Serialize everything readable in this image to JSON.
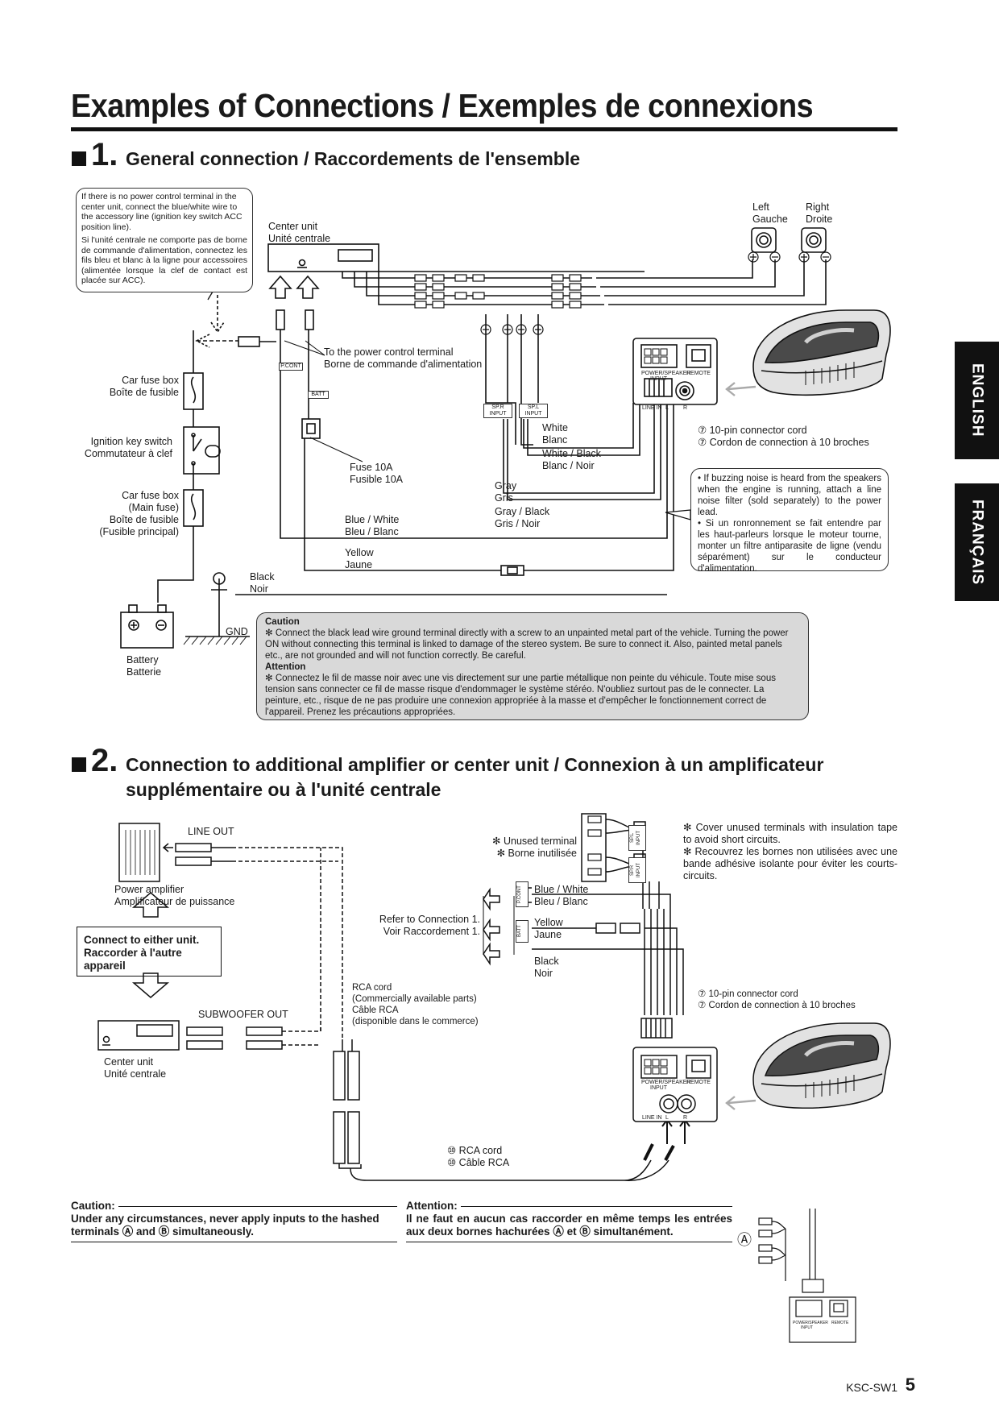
{
  "page": {
    "title": "Examples of Connections / Exemples de connexions",
    "model": "KSC-SW1",
    "page_number": "5",
    "lang_tabs": [
      "ENGLISH",
      "FRANÇAIS"
    ]
  },
  "section1": {
    "number": "1.",
    "title": "General connection / Raccordements de l'ensemble",
    "note_en": "If there is no power control terminal in the center unit, connect the blue/white wire to the accessory line (ignition key switch ACC position line).",
    "note_fr": "Si l'unité centrale ne comporte pas de borne de commande d'alimentation, connectez les fils bleu et blanc à la ligne pour accessoires (alimentée lorsque la clef de contact est placée sur ACC).",
    "center_unit": [
      "Center unit",
      "Unité centrale"
    ],
    "left_speaker": [
      "Left",
      "Gauche"
    ],
    "right_speaker": [
      "Right",
      "Droite"
    ],
    "car_fuse_box": [
      "Car fuse box",
      "Boîte de fusible"
    ],
    "ignition": [
      "Ignition key switch",
      "Commutateur à clef"
    ],
    "main_fuse": [
      "Car fuse box",
      "(Main fuse)",
      "Boîte de fusible",
      "(Fusible principal)"
    ],
    "battery": [
      "Battery",
      "Batterie"
    ],
    "gnd": "GND",
    "black": [
      "Black",
      "Noir"
    ],
    "power_control": [
      "To the power control terminal",
      "Borne de commande d'alimentation"
    ],
    "pcont": "P.CONT",
    "batt": "BATT",
    "fuse": [
      "Fuse 10A",
      "Fusible 10A"
    ],
    "blue_white": [
      "Blue / White",
      "Bleu / Blanc"
    ],
    "yellow": [
      "Yellow",
      "Jaune"
    ],
    "gray": [
      "Gray",
      "Gris"
    ],
    "gray_black": [
      "Gray / Black",
      "Gris / Noir"
    ],
    "white": [
      "White",
      "Blanc"
    ],
    "white_black": [
      "White / Black",
      "Blanc / Noir"
    ],
    "spr_input": [
      "SP.R",
      "INPUT"
    ],
    "spl_input": [
      "SP.L",
      "INPUT"
    ],
    "connector_cord": [
      "⑦  10-pin connector cord",
      "⑦  Cordon de connection à 10 broches"
    ],
    "unit_labels": {
      "power": "POWER/SPEAKER",
      "input": "INPUT",
      "remote": "REMOTE",
      "line_in": "LINE IN",
      "l": "L",
      "r": "R"
    },
    "buzz_note": [
      "• If buzzing noise is heard from the speakers when the engine is running, attach a line noise filter (sold separately) to the power lead.",
      "• Si un ronronnement se fait entendre par les haut-parleurs lorsque le moteur tourne, monter un filtre antiparasite de ligne (vendu séparément) sur le conducteur d'alimentation."
    ],
    "caution_heading": "Caution",
    "caution_text": "✻ Connect the black lead wire ground terminal directly with a screw to an unpainted metal part of the vehicle. Turning the power ON without connecting this terminal is linked to damage of the stereo system. Be sure to connect it. Also, painted metal panels etc., are not grounded and will not function correctly. Be careful.",
    "attention_heading": "Attention",
    "attention_text": "✻ Connectez le fil de masse noir avec une vis directement sur une partie métallique non peinte du véhicule. Toute mise sous tension sans connecter ce fil de masse risque d'endommager le système stéréo. N'oubliez surtout pas de le connecter. La peinture, etc., risque de ne pas produire une connexion appropriée à la masse et d'empêcher le fonctionnement correct de l'appareil. Prenez les précautions appropriées."
  },
  "section2": {
    "number": "2.",
    "title_line1": "Connection to additional amplifier or center unit / Connexion à un amplificateur",
    "title_line2": "supplémentaire ou à l'unité centrale",
    "line_out": "LINE OUT",
    "power_amp": [
      "Power amplifier",
      "Amplificateur de puissance"
    ],
    "connect_either": [
      "Connect to either unit.",
      "Raccorder à l'autre appareil"
    ],
    "subwoofer_out": "SUBWOOFER OUT",
    "center_unit": [
      "Center unit",
      "Unité centrale"
    ],
    "rca_cord": [
      "RCA cord",
      "(Commercially available parts)",
      "Câble RCA",
      "(disponible dans le commerce)"
    ],
    "unused_terminal": [
      "✻ Unused terminal",
      "✻ Borne inutilisée"
    ],
    "cover_note": [
      "✻ Cover unused terminals with insulation tape to avoid short circuits.",
      "✻ Recouvrez les bornes non utilisées avec une bande adhésive isolante pour éviter les courts-circuits."
    ],
    "refer": [
      "Refer to Connection 1.",
      "Voir Raccordement 1."
    ],
    "blue_white": [
      "Blue / White",
      "Bleu / Blanc"
    ],
    "yellow": [
      "Yellow",
      "Jaune"
    ],
    "black": [
      "Black",
      "Noir"
    ],
    "pcont": "P.CONT",
    "batt": "BATT",
    "spl": [
      "SP.L",
      "INPUT"
    ],
    "spr": [
      "SP.R",
      "INPUT"
    ],
    "connector_cord": [
      "⑦  10-pin connector cord",
      "⑦  Cordon de connection à 10 broches"
    ],
    "rca_cord10": [
      "⑩  RCA cord",
      "⑩  Câble RCA"
    ],
    "unit_labels": {
      "power": "POWER/SPEAKER",
      "input": "INPUT",
      "remote": "REMOTE",
      "line_in": "LINE IN",
      "l": "L",
      "r": "R"
    }
  },
  "bottom": {
    "caution_heading": "Caution:",
    "caution_text": "Under any circumstances, never apply inputs to the hashed terminals Ⓐ and Ⓑ simultaneously.",
    "attention_heading": "Attention:",
    "attention_text": "Il ne faut en aucun cas raccorder en même temps les entrées aux deux bornes hachurées Ⓐ et Ⓑ simultanément.",
    "marker_a": "Ⓐ",
    "mini_labels": {
      "power": "POWER/SPEAKER",
      "input": "INPUT",
      "remote": "REMOTE"
    }
  }
}
